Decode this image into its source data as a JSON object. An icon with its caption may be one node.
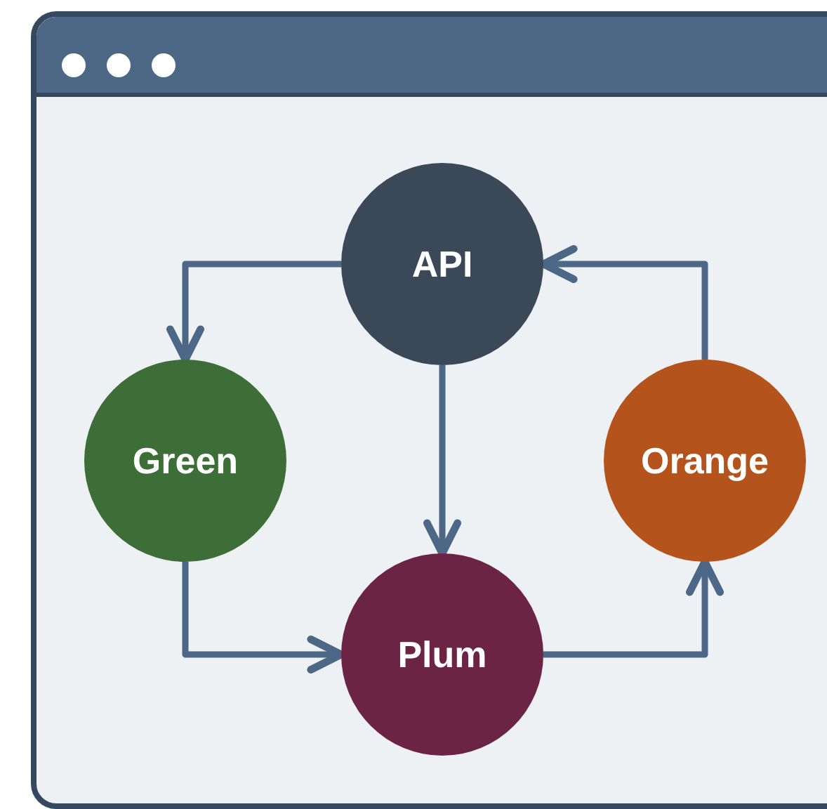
{
  "diagram": {
    "nodes": [
      {
        "text": [
          "API"
        ]
      },
      {
        "text": [
          "Green"
        ]
      },
      {
        "text": [
          "Orange"
        ]
      },
      {
        "text": [
          "Plum"
        ]
      }
    ],
    "edges": [
      {
        "from": 0,
        "to": 1,
        "arrow": "to"
      },
      {
        "from": 0,
        "to": 3,
        "arrow": "to"
      },
      {
        "from": 1,
        "to": 3,
        "arrow": "to"
      },
      {
        "from": 3,
        "to": 2,
        "arrow": "to"
      },
      {
        "from": 2,
        "to": 0,
        "arrow": "to"
      }
    ]
  }
}
